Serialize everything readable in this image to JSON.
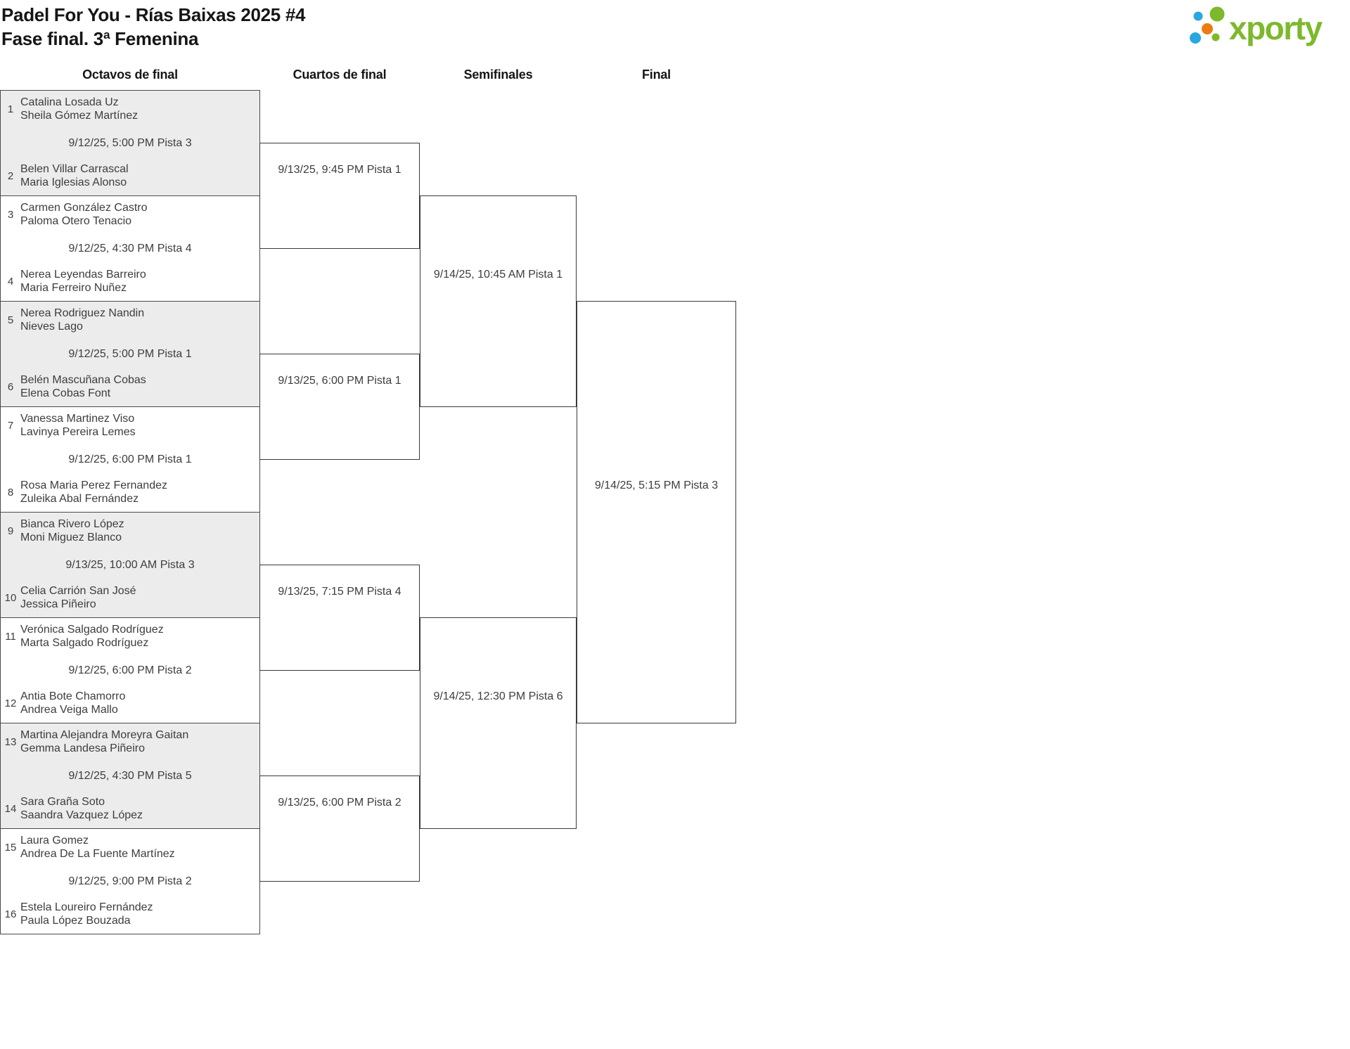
{
  "header": {
    "title": "Padel For You - Rías Baixas 2025 #4",
    "subtitle": "Fase final. 3ª Femenina",
    "logo": {
      "text": "xporty"
    }
  },
  "round_labels": [
    "Octavos de final",
    "Cuartos de final",
    "Semifinales",
    "Final"
  ],
  "bracket": {
    "round16": [
      {
        "slots": [
          {
            "seed": "1",
            "players": [
              "Catalina Losada Uz",
              "Sheila Gómez Martínez"
            ]
          },
          {
            "seed": "2",
            "players": [
              "Belen Villar Carrascal",
              "Maria Iglesias Alonso"
            ]
          }
        ],
        "schedule": "9/12/25, 5:00 PM Pista 3"
      },
      {
        "slots": [
          {
            "seed": "3",
            "players": [
              "Carmen González Castro",
              "Paloma Otero Tenacio"
            ]
          },
          {
            "seed": "4",
            "players": [
              "Nerea Leyendas Barreiro",
              "Maria Ferreiro Nuñez"
            ]
          }
        ],
        "schedule": "9/12/25, 4:30 PM Pista 4"
      },
      {
        "slots": [
          {
            "seed": "5",
            "players": [
              "Nerea Rodriguez Nandin",
              "Nieves Lago"
            ]
          },
          {
            "seed": "6",
            "players": [
              "Belén Mascuñana Cobas",
              "Elena Cobas Font"
            ]
          }
        ],
        "schedule": "9/12/25, 5:00 PM Pista 1"
      },
      {
        "slots": [
          {
            "seed": "7",
            "players": [
              "Vanessa Martinez Viso",
              "Lavinya Pereira Lemes"
            ]
          },
          {
            "seed": "8",
            "players": [
              "Rosa Maria Perez Fernandez",
              "Zuleika Abal Fernández"
            ]
          }
        ],
        "schedule": "9/12/25, 6:00 PM Pista 1"
      },
      {
        "slots": [
          {
            "seed": "9",
            "players": [
              "Bianca Rivero López",
              "Moni Miguez Blanco"
            ]
          },
          {
            "seed": "10",
            "players": [
              "Celia Carrión San José",
              "Jessica Piñeiro"
            ]
          }
        ],
        "schedule": "9/13/25, 10:00 AM Pista 3"
      },
      {
        "slots": [
          {
            "seed": "11",
            "players": [
              "Verónica Salgado Rodríguez",
              "Marta Salgado Rodríguez"
            ]
          },
          {
            "seed": "12",
            "players": [
              "Antia Bote Chamorro",
              "Andrea Veiga Mallo"
            ]
          }
        ],
        "schedule": "9/12/25, 6:00 PM Pista 2"
      },
      {
        "slots": [
          {
            "seed": "13",
            "players": [
              "Martina Alejandra Moreyra Gaitan",
              "Gemma Landesa Piñeiro"
            ]
          },
          {
            "seed": "14",
            "players": [
              "Sara Graña Soto",
              "Saandra Vazquez López"
            ]
          }
        ],
        "schedule": "9/12/25, 4:30 PM Pista 5"
      },
      {
        "slots": [
          {
            "seed": "15",
            "players": [
              "Laura Gomez",
              "Andrea De La Fuente Martínez"
            ]
          },
          {
            "seed": "16",
            "players": [
              "Estela Loureiro Fernández",
              "Paula López Bouzada"
            ]
          }
        ],
        "schedule": "9/12/25, 9:00 PM Pista 2"
      }
    ],
    "quarterfinals": [
      {
        "schedule": "9/13/25, 9:45 PM Pista 1"
      },
      {
        "schedule": "9/13/25, 6:00 PM Pista 1"
      },
      {
        "schedule": "9/13/25, 7:15 PM Pista 4"
      },
      {
        "schedule": "9/13/25, 6:00 PM Pista 2"
      }
    ],
    "semifinals": [
      {
        "schedule": "9/14/25, 10:45 AM Pista 1"
      },
      {
        "schedule": "9/14/25, 12:30 PM Pista 6"
      }
    ],
    "final": {
      "schedule": "9/14/25, 5:15 PM Pista 3"
    }
  },
  "colors": {
    "background": "#ffffff",
    "heading_text": "#161616",
    "body_text": "#3d3d3d",
    "shaded_block": "#ececec",
    "block_border": "#4a4a4a",
    "bracket_line": "#3a3a3a",
    "logo_green": "#7eb82d",
    "logo_blue": "#2aa7df",
    "logo_orange": "#ea7c12"
  }
}
